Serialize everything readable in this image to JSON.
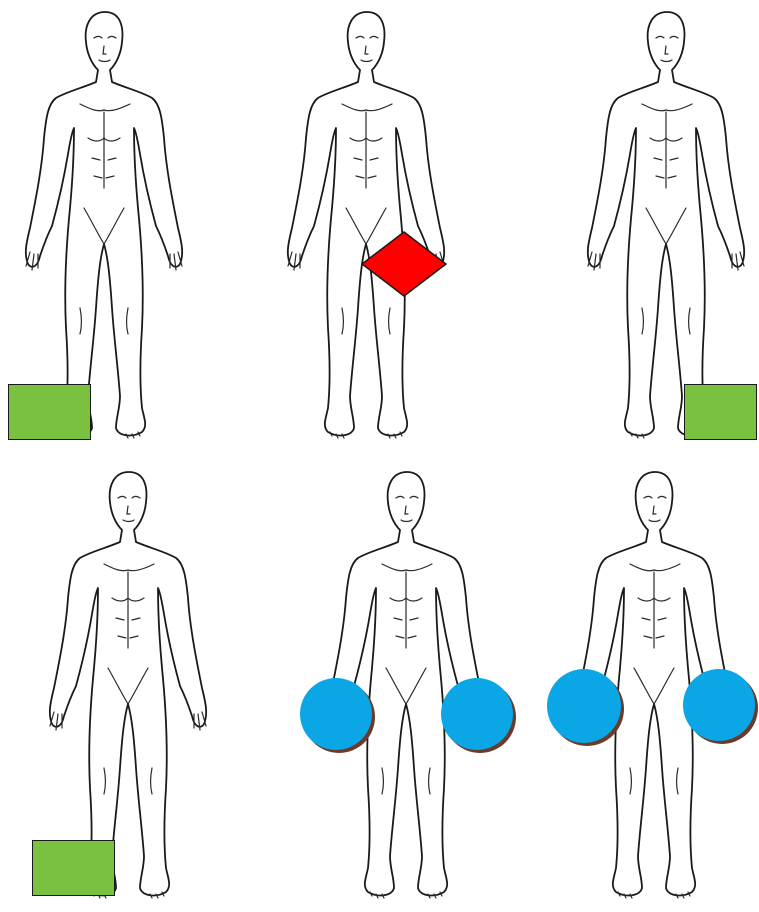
{
  "figures": [
    {
      "id": "top-left"
    },
    {
      "id": "top-center"
    },
    {
      "id": "top-right"
    },
    {
      "id": "bottom-left"
    },
    {
      "id": "bottom-center"
    },
    {
      "id": "bottom-right"
    }
  ],
  "markers": {
    "green_square": {
      "shape": "rectangle",
      "color": "#7ac142",
      "count": 3
    },
    "red_diamond": {
      "shape": "diamond",
      "color": "#ff0000",
      "count": 1
    },
    "blue_circle": {
      "shape": "circle",
      "color": "#0aa6e6",
      "count": 4
    }
  }
}
